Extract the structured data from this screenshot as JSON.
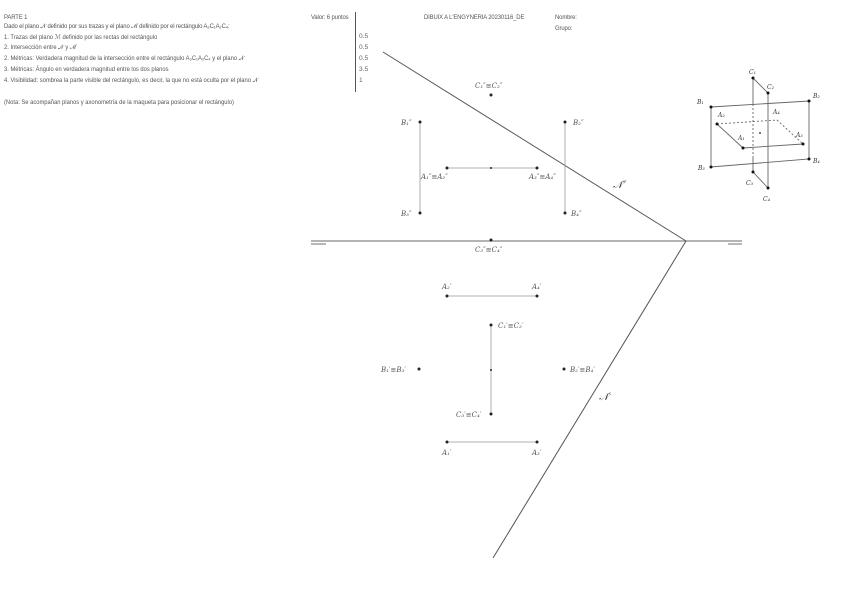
{
  "header": {
    "part": "PARTE 1",
    "value_label": "Valor: 6 puntos",
    "exam_title": "DIBUIX A L'ENGYNERIA 20230116_DE",
    "name_label": "Nombre:",
    "group_label": "Grupo:"
  },
  "statement": "Dado el plano 𝒩 definido por sus trazas y el plano ℳ definido por el rectángulo A₃C₁A₂C₄:",
  "tasks": [
    {
      "text": "1. Trazas del plano ℳ definido por las rectas del rectángulo",
      "points": "0.5"
    },
    {
      "text": "2. Intersección entre 𝒩 y ℳ",
      "points": "0.5"
    },
    {
      "text": "2. Métricas: Verdadera magnitud de la intersección entre el rectángulo A₃C₁A₂C₄ y el plano 𝒩",
      "points": "0.5"
    },
    {
      "text": "3. Métricas: Ángulo en verdadera magnitud entre los dos planos",
      "points": "3.5"
    },
    {
      "text": "4. Visibilidad: sombrea la parte visible del rectángulo, es decir, la que no está oculta por el plano 𝒩",
      "points": "1"
    }
  ],
  "note": "(Nota: Se acompañan planos y axonometría de la maqueta para posicionar el rectángulo)",
  "drawing": {
    "elevation_labels": {
      "c1_c2": "C₁″≡C₂″",
      "b1": "B₁″",
      "b2": "B₂″",
      "b3": "B₃″",
      "b4": "B₄″",
      "a1_a2": "A₁″≡A₂″",
      "a3_a4": "A₃″≡A₄″",
      "c3_c4": "C₃″≡C₄″",
      "plane_n_vertical": "𝒩″"
    },
    "plan_labels": {
      "a2": "A₂′",
      "a4": "A₄′",
      "c1_c2": "C₁′≡C₂′",
      "b1_b3": "B₁′≡B₃′",
      "b2_b4": "B₂′≡B₄′",
      "c3_c4": "C₃′≡C₄′",
      "a1": "A₁′",
      "a3": "A₃′",
      "plane_n_horizontal": "𝒩′"
    },
    "axonometric_labels": {
      "c1": "C₁",
      "c2": "C₂",
      "b1": "B₁",
      "b2": "B₂",
      "a1": "A₁",
      "a2": "A₂",
      "a3": "A₃",
      "a4": "A₄",
      "b3": "B₃",
      "b4": "B₄",
      "c3": "C₃",
      "c4": "C₄"
    }
  }
}
